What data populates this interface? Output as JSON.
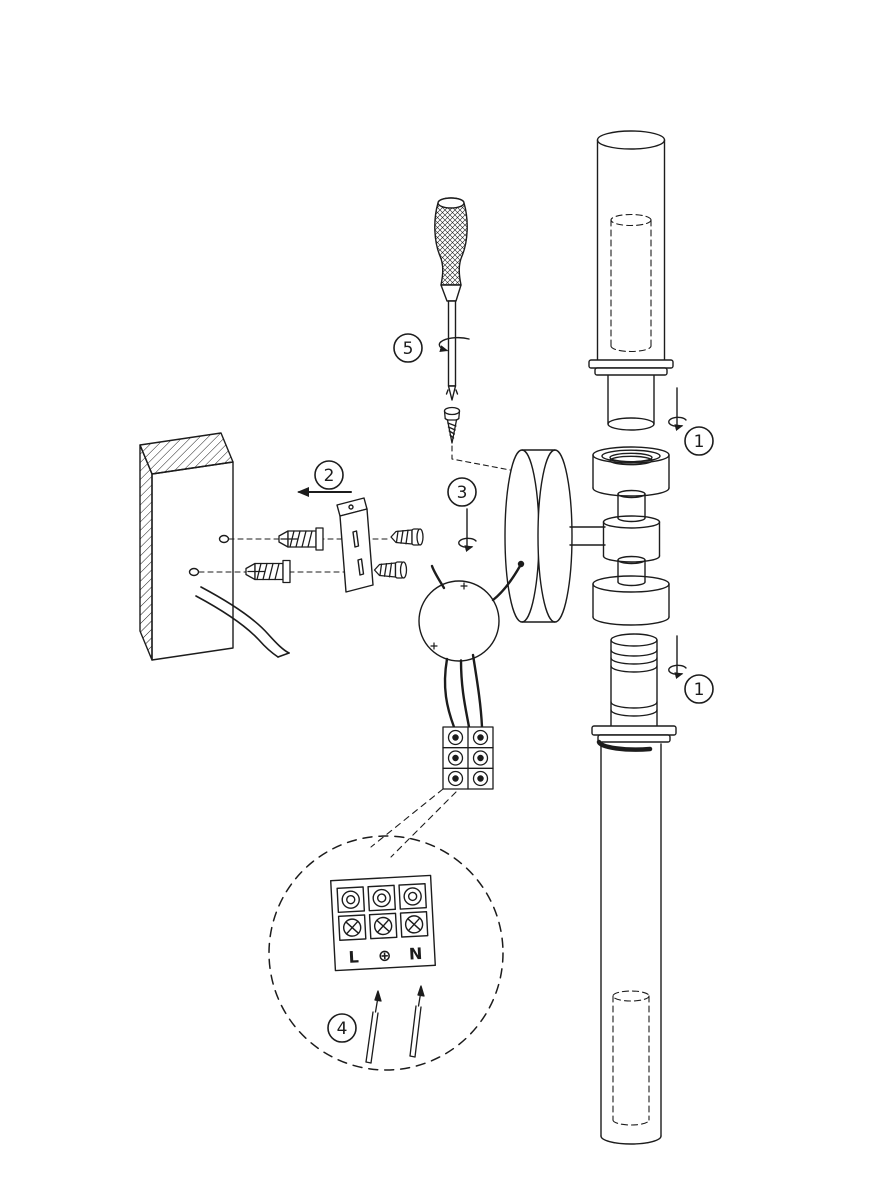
{
  "meta": {
    "background_color": "#ffffff",
    "ink_color": "#1c1c1c",
    "description_type": "wall-lamp-assembly-instruction-diagram"
  },
  "steps": {
    "step1_upper": {
      "label": "1"
    },
    "step1_lower": {
      "label": "1"
    },
    "step2": {
      "label": "2"
    },
    "step3": {
      "label": "3"
    },
    "step4": {
      "label": "4"
    },
    "step5": {
      "label": "5"
    }
  },
  "terminal_labels": {
    "live": "L",
    "earth": "⊕",
    "neutral": "N"
  }
}
